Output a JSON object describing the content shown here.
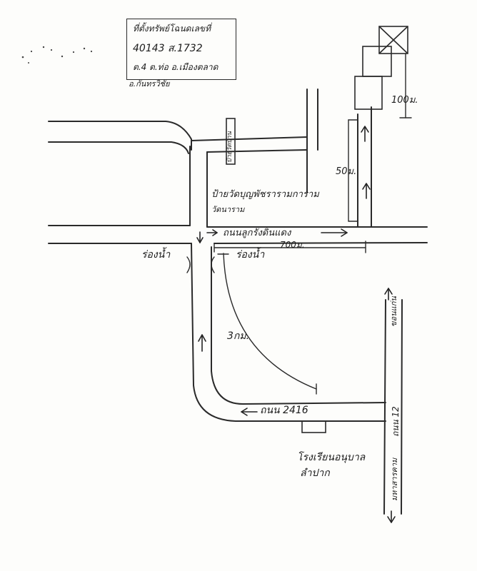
{
  "location_box": {
    "heading": "ที่ตั้งทรัพย์โฉนดเลขที่",
    "deed_line": "40143 ส.1732",
    "address_line": "ต.4 ต.ท่อ อ.เมืองตลาด"
  },
  "district_note": "อ.กันทรวิชัย",
  "labels": {
    "bus_stop": "ป้ายวัดบุญพัชรารามการาม",
    "temple": "วัดนาราม",
    "road_main": "ถนนลูกรังดินแดง",
    "waterway_left": "ร่องน้ำ",
    "waterway_right": "ร่องน้ำ",
    "dist_700": "700ม.",
    "dist_50": "50ม.",
    "dist_100": "100ม.",
    "dist_3km": "3กม.",
    "road_2416": "ถนน 2416",
    "road_12": "ถนน 12",
    "to_khon_kaen": "ขอนแก่น",
    "to_mahasarakham": "มหาสารคาม",
    "school": "โรงเรียนอนุบาล",
    "school_2": "ลำปาก",
    "sign_vertical": "ป้ายวัดบ้าน"
  }
}
